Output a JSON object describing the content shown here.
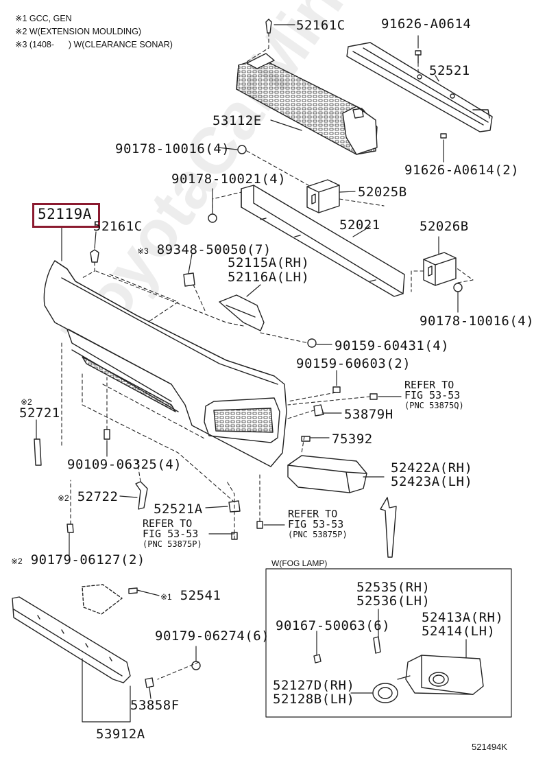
{
  "notes": [
    "※1 GCC, GEN",
    "※2 W(EXTENSION MOULDING)",
    "※3 (1408-      ) W(CLEARANCE SONAR)"
  ],
  "watermark": "ToyotaCarMine.ru",
  "highlight_color": "#8b1a2f",
  "parts": {
    "p52161C_top": "52161C",
    "p91626A0614": "91626-A0614",
    "p52521": "52521",
    "p53112E": "53112E",
    "p90178_10016_a": "90178-10016(4)",
    "p91626A0614_2": "91626-A0614(2)",
    "p90178_10021": "90178-10021(4)",
    "p52025B": "52025B",
    "p52119A": "52119A",
    "p52161C_mid": "52161C",
    "p52021": "52021",
    "p52026B": "52026B",
    "p89348": "89348-50050(7)",
    "p89348_mark": "※3",
    "p52115A": "52115A(RH)",
    "p52116A": "52116A(LH)",
    "p90178_10016_b": "90178-10016(4)",
    "p90159_60431": "90159-60431(4)",
    "p90159_60603": "90159-60603(2)",
    "p52721_mark": "※2",
    "p52721": "52721",
    "p53879H": "53879H",
    "p75392": "75392",
    "p90109_06325": "90109-06325(4)",
    "p52422A": "52422A(RH)",
    "p52423A": "52423A(LH)",
    "p52722_mark": "※2",
    "p52722": "52722",
    "p52521A": "52521A",
    "p90179_06127_mark": "※2",
    "p90179_06127": "90179-06127(2)",
    "p52541_mark": "※1",
    "p52541": "52541",
    "p90179_06274": "90179-06274(6)",
    "p53858F": "53858F",
    "p53912A": "53912A"
  },
  "refs": {
    "ref1": {
      "l1": "REFER TO",
      "l2": "FIG 53-53",
      "l3": "(PNC 53875Q)"
    },
    "ref2": {
      "l1": "REFER TO",
      "l2": "FIG 53-53",
      "l3": "(PNC 53875P)"
    },
    "ref3": {
      "l1": "REFER TO",
      "l2": "FIG 53-53",
      "l3": "(PNC 53875P)"
    }
  },
  "fog_box": {
    "title": "W(FOG LAMP)",
    "p52535": "52535(RH)",
    "p52536": "52536(LH)",
    "p90167": "90167-50063(6)",
    "p52413A": "52413A(RH)",
    "p52414": "52414(LH)",
    "p52127D": "52127D(RH)",
    "p52128B": "52128B(LH)"
  },
  "diagram_code": "521494K"
}
